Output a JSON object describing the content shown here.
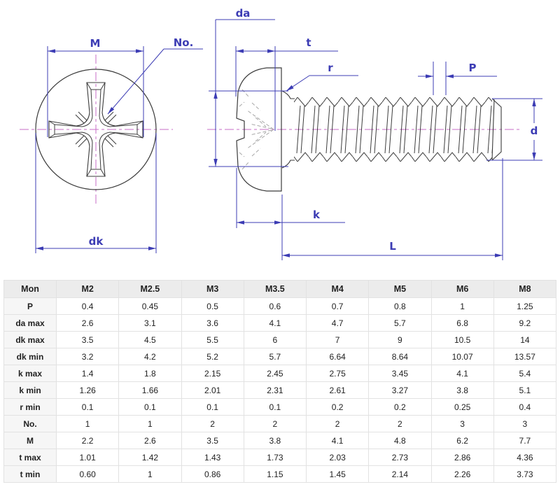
{
  "drawing": {
    "labels": {
      "m": "M",
      "no": "No.",
      "dk": "dk",
      "da": "da",
      "t": "t",
      "r": "r",
      "p": "P",
      "d": "d",
      "k": "k",
      "l": "L"
    },
    "colors": {
      "outline": "#3b3b3b",
      "dimension": "#3c3cb4",
      "centerline": "#c76cc7",
      "hidden": "#a8a8a8"
    }
  },
  "table": {
    "columns": [
      "Mon",
      "M2",
      "M2.5",
      "M3",
      "M3.5",
      "M4",
      "M5",
      "M6",
      "M8"
    ],
    "rows": [
      {
        "label": "P",
        "values": [
          "0.4",
          "0.45",
          "0.5",
          "0.6",
          "0.7",
          "0.8",
          "1",
          "1.25"
        ]
      },
      {
        "label": "da max",
        "values": [
          "2.6",
          "3.1",
          "3.6",
          "4.1",
          "4.7",
          "5.7",
          "6.8",
          "9.2"
        ]
      },
      {
        "label": "dk max",
        "values": [
          "3.5",
          "4.5",
          "5.5",
          "6",
          "7",
          "9",
          "10.5",
          "14"
        ]
      },
      {
        "label": "dk min",
        "values": [
          "3.2",
          "4.2",
          "5.2",
          "5.7",
          "6.64",
          "8.64",
          "10.07",
          "13.57"
        ]
      },
      {
        "label": "k max",
        "values": [
          "1.4",
          "1.8",
          "2.15",
          "2.45",
          "2.75",
          "3.45",
          "4.1",
          "5.4"
        ]
      },
      {
        "label": "k min",
        "values": [
          "1.26",
          "1.66",
          "2.01",
          "2.31",
          "2.61",
          "3.27",
          "3.8",
          "5.1"
        ]
      },
      {
        "label": "r min",
        "values": [
          "0.1",
          "0.1",
          "0.1",
          "0.1",
          "0.2",
          "0.2",
          "0.25",
          "0.4"
        ]
      },
      {
        "label": "No.",
        "values": [
          "1",
          "1",
          "2",
          "2",
          "2",
          "2",
          "3",
          "3"
        ]
      },
      {
        "label": "M",
        "values": [
          "2.2",
          "2.6",
          "3.5",
          "3.8",
          "4.1",
          "4.8",
          "6.2",
          "7.7"
        ]
      },
      {
        "label": "t max",
        "values": [
          "1.01",
          "1.42",
          "1.43",
          "1.73",
          "2.03",
          "2.73",
          "2.86",
          "4.36"
        ]
      },
      {
        "label": "t min",
        "values": [
          "0.60",
          "1",
          "0.86",
          "1.15",
          "1.45",
          "2.14",
          "2.26",
          "3.73"
        ]
      }
    ]
  }
}
